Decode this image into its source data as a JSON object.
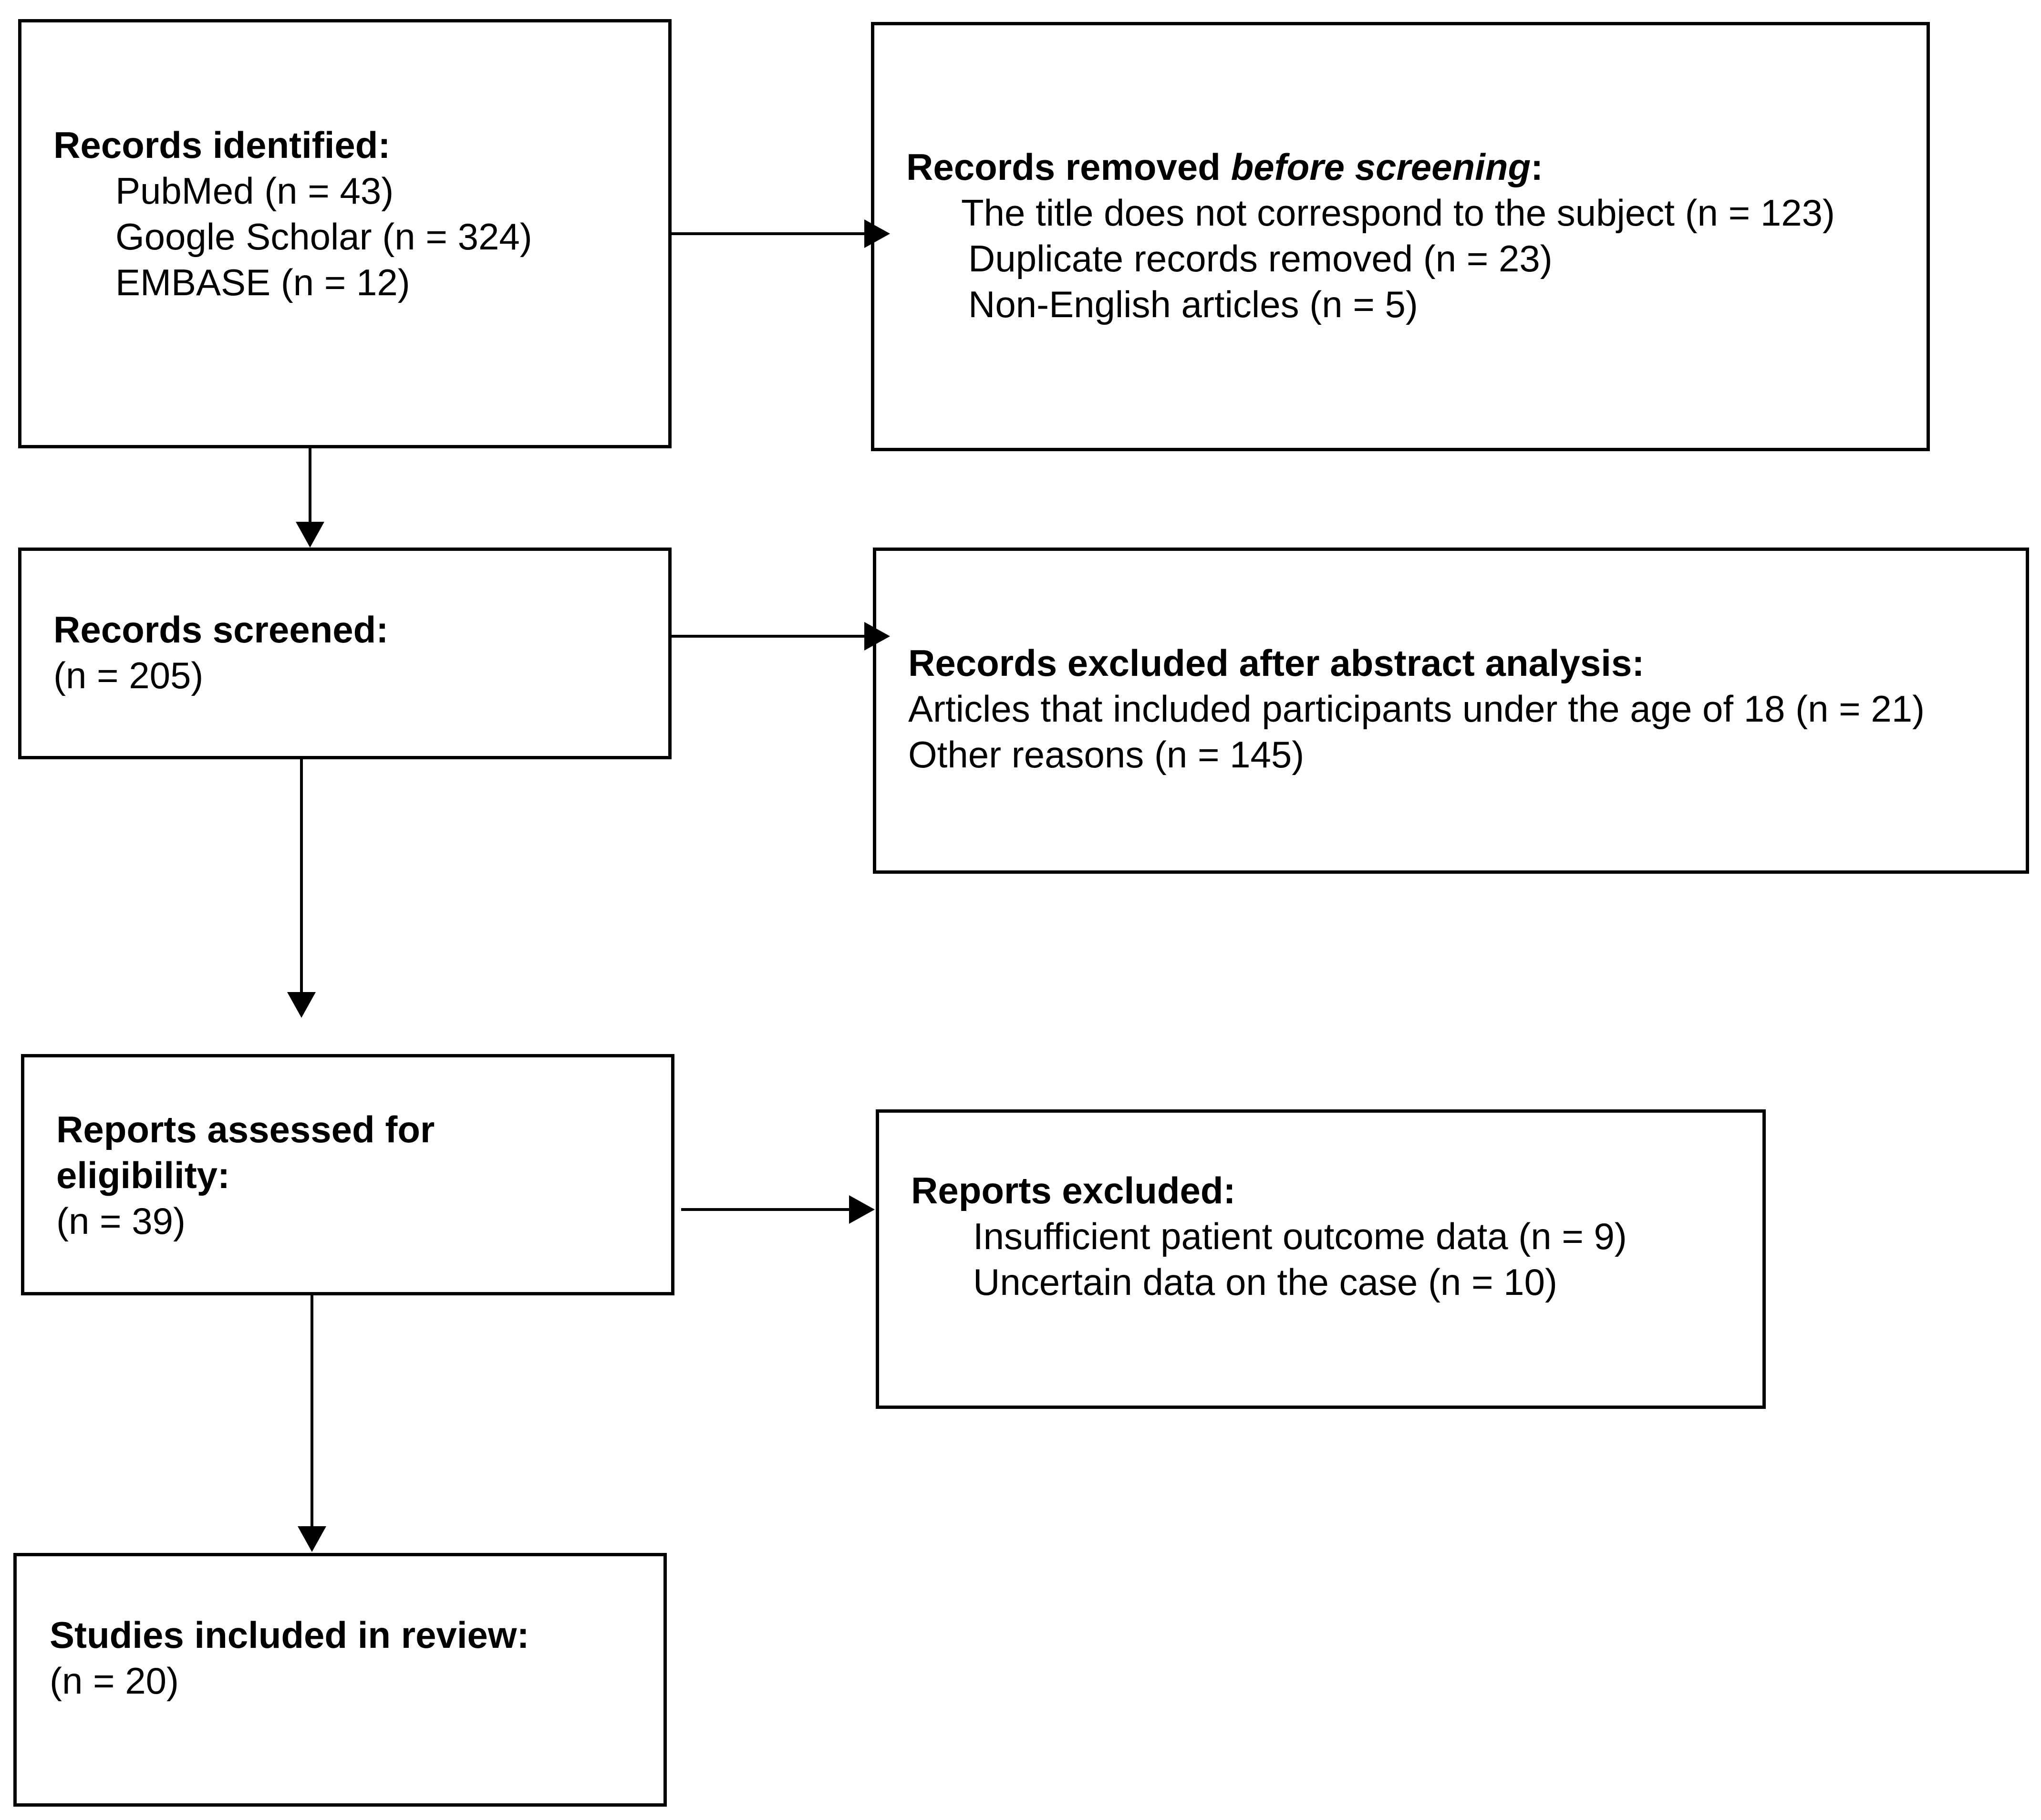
{
  "identification": {
    "heading": "Records identified:",
    "items": [
      "PubMed (n = 43)",
      "Google Scholar (n = 324)",
      "EMBASE (n = 12)"
    ]
  },
  "removed": {
    "heading_pre": "Records removed ",
    "heading_em": "before screening",
    "heading_post": ":",
    "items": [
      "The title does not correspond to the subject (n = 123)",
      "Duplicate records removed (n = 23)",
      "Non-English articles (n = 5)"
    ]
  },
  "screened": {
    "heading": "Records screened:",
    "count": "(n = 205)"
  },
  "excluded_abstract": {
    "heading": "Records excluded after abstract analysis:",
    "items": [
      "Articles that included participants under the age of 18 (n = 21)",
      "Other reasons (n = 145)"
    ]
  },
  "assessed": {
    "heading_line1": "Reports assessed for",
    "heading_line2": "eligibility:",
    "count": "(n = 39)"
  },
  "reports_excluded": {
    "heading": "Reports excluded:",
    "items": [
      "Insufficient patient outcome data (n = 9)",
      "Uncertain data on the case (n = 10)"
    ]
  },
  "included": {
    "heading": "Studies included in review:",
    "count": "(n = 20)"
  }
}
